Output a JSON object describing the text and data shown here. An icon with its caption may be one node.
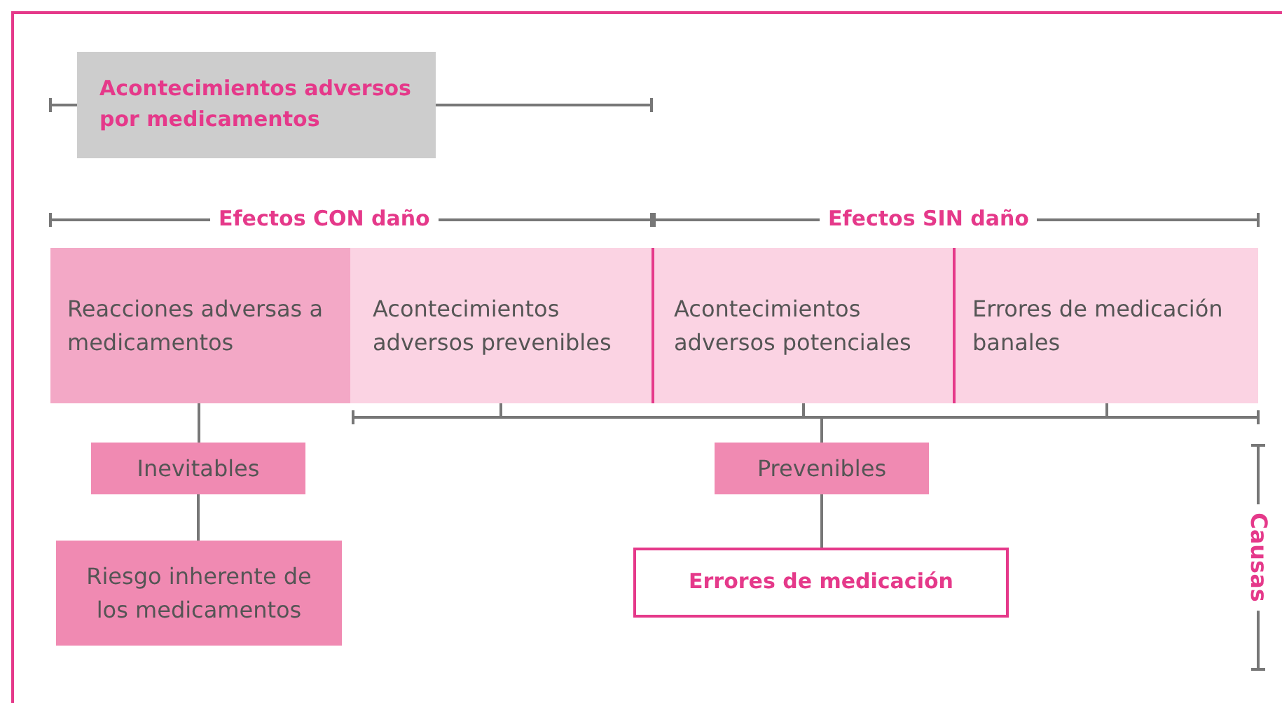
{
  "diagram": {
    "nodes": [
      {
        "text": [
          "Acontecimientos adversos por medicamentos"
        ]
      },
      {
        "text": [
          "Reacciones adversas a medicamentos"
        ]
      },
      {
        "text": [
          "Acontecimientos adversos prevenibles"
        ]
      },
      {
        "text": [
          "Acontecimientos adversos potenciales"
        ]
      },
      {
        "text": [
          "Errores de medicación banales"
        ]
      },
      {
        "text": [
          "Inevitables"
        ]
      },
      {
        "text": [
          "Riesgo inherente de los medicamentos"
        ]
      },
      {
        "text": [
          "Prevenibles"
        ]
      },
      {
        "text": [
          "Errores de medicación"
        ]
      }
    ],
    "edges": [
      {
        "from": 1,
        "to": 5,
        "arrow": "none"
      },
      {
        "from": 5,
        "to": 6,
        "arrow": "none"
      },
      {
        "from": 2,
        "to": 7,
        "arrow": "none"
      },
      {
        "from": 3,
        "to": 7,
        "arrow": "none"
      },
      {
        "from": 4,
        "to": 7,
        "arrow": "none"
      },
      {
        "from": 7,
        "to": 8,
        "arrow": "none"
      }
    ],
    "labels": [
      "Efectos CON daño",
      "Efectos SIN daño",
      "Causas"
    ]
  }
}
